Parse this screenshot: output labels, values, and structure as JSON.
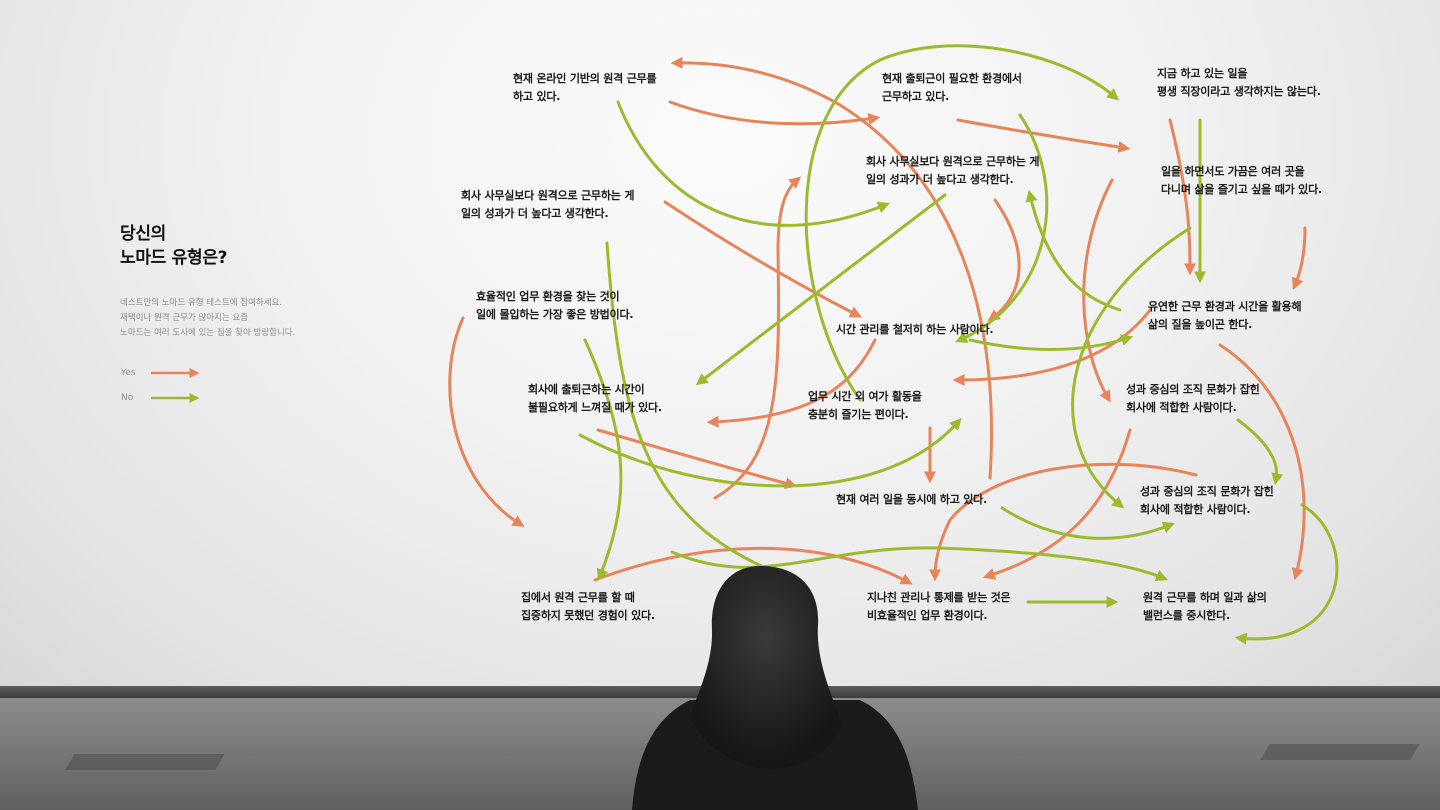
{
  "panel": {
    "title_line1": "당신의",
    "title_line2": "노마드 유형은?",
    "intro": [
      "네스트만의 노마드 유형 테스트에 참여하세요.",
      "재택이나 원격 근무가 많아지는 요즘",
      "노마드는 여러 도시에 있는 집을 찾아 방랑합니다."
    ]
  },
  "legend": {
    "yes_label": "Yes",
    "no_label": "No",
    "yes_color": "#e8845a",
    "no_color": "#9cba2e"
  },
  "nodes": [
    {
      "id": "remote-based",
      "lines": [
        "현재 온라인 기반의 원격 근무를",
        "하고 있다."
      ]
    },
    {
      "id": "commute-now",
      "lines": [
        "현재 출퇴근이 필요한 환경에서",
        "근무하고 있다."
      ]
    },
    {
      "id": "not-lifetime-job",
      "lines": [
        "지금 하고 있는 일을",
        "평생 직장이라고 생각하지는 않는다."
      ]
    },
    {
      "id": "remote-better-right",
      "lines": [
        "회사 사무실보다 원격으로 근무하는 게",
        "일의 성과가 더 높다고 생각한다."
      ]
    },
    {
      "id": "travel-while-working",
      "lines": [
        "일을 하면서도 가끔은 여러 곳을",
        "다니며 삶을 즐기고 싶을 때가 있다."
      ]
    },
    {
      "id": "remote-better-left",
      "lines": [
        "회사 사무실보다 원격으로 근무하는 게",
        "일의 성과가 더 높다고 생각한다."
      ]
    },
    {
      "id": "efficient-environment",
      "lines": [
        "효율적인 업무 환경을 찾는 것이",
        "일에 몰입하는 가장 좋은 방법이다."
      ]
    },
    {
      "id": "time-management",
      "lines": [
        "시간 관리를 철저히 하는 사람이다."
      ]
    },
    {
      "id": "flexible-environment",
      "lines": [
        "유연한 근무 환경과 시간을 활용해",
        "삶의 질을 높이곤 한다."
      ]
    },
    {
      "id": "commute-unnecessary",
      "lines": [
        "회사에 출퇴근하는 시간이",
        "불필요하게 느껴질 때가 있다."
      ]
    },
    {
      "id": "after-hours",
      "lines": [
        "업무 시간 외 여가 활동을",
        "충분히 즐기는 편이다."
      ]
    },
    {
      "id": "results-culture-1",
      "lines": [
        "성과 중심의 조직 문화가 잡힌",
        "회사에 적합한 사람이다."
      ]
    },
    {
      "id": "multiple-jobs",
      "lines": [
        "현재 여러 일을 동시에 하고 있다."
      ]
    },
    {
      "id": "results-culture-2",
      "lines": [
        "성과 중심의 조직 문화가 잡힌",
        "회사에 적합한 사람이다."
      ]
    },
    {
      "id": "home-focus",
      "lines": [
        "집에서 원격 근무를 할 때",
        "집중하지 못했던 경험이 있다."
      ]
    },
    {
      "id": "control-inefficient",
      "lines": [
        "지나친 관리나 통제를 받는 것은",
        "비효율적인 업무 환경이다."
      ]
    },
    {
      "id": "work-life-balance",
      "lines": [
        "원격 근무를 하며 일과 삶의",
        "밸런스를 중시한다."
      ]
    }
  ]
}
